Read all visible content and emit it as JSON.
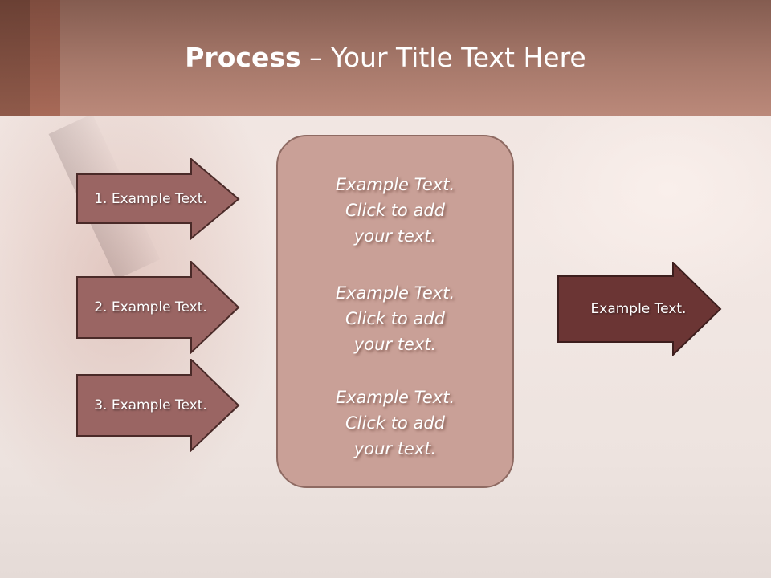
{
  "slide": {
    "title_bold": "Process",
    "title_rest": " – Your Title Text Here"
  },
  "left_arrows": [
    {
      "label": "1. Example Text."
    },
    {
      "label": "2. Example Text."
    },
    {
      "label": "3. Example Text."
    }
  ],
  "center_box": {
    "paragraphs": [
      {
        "line1": "Example Text.",
        "line2": "Click  to add",
        "line3": "your text."
      },
      {
        "line1": "Example Text.",
        "line2": "Click  to add",
        "line3": "your text."
      },
      {
        "line1": "Example Text.",
        "line2": "Click  to add",
        "line3": "your text."
      }
    ]
  },
  "right_arrow": {
    "label": "Example Text."
  },
  "colors": {
    "header": "#a6786a",
    "left_arrow_fill": "#9a6563",
    "right_arrow_fill": "#6b3534",
    "center_box_fill": "#c9a097",
    "arrow_border": "#4a2a28"
  }
}
